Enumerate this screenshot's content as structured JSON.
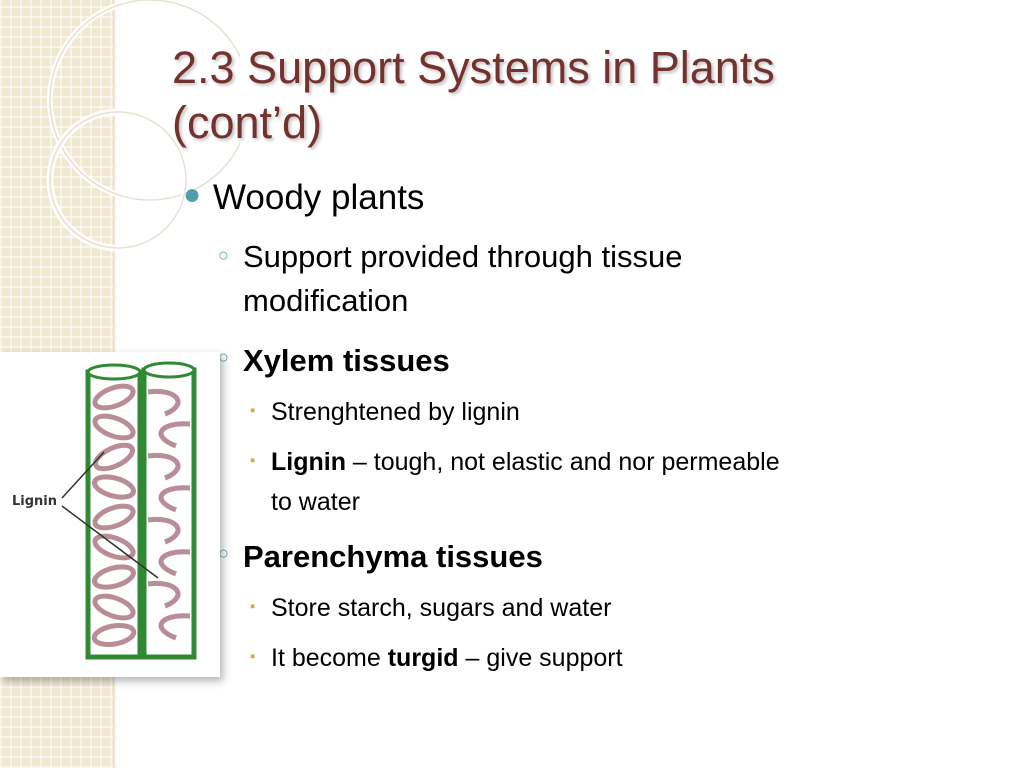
{
  "slide": {
    "title_line1": "2.3 Support Systems in Plants",
    "title_line2": "(cont’d)",
    "colors": {
      "title": "#73322d",
      "bullet_l1": "#4f9ea9",
      "bullet_l3": "#dba838",
      "strip": "#f1e8d2"
    }
  },
  "content": {
    "woody": "Woody plants",
    "support_line1": "Support provided through tissue",
    "support_line2": "modification",
    "xylem": "Xylem tissues",
    "strengthened": "Strenghtened by lignin",
    "lignin_bold": "Lignin",
    "lignin_rest1": " – tough, not elastic and nor permeable",
    "lignin_rest2": "to water",
    "parenchyma": "Parenchyma tissues",
    "store": "Store starch, sugars and water",
    "turgid_pre": "It become ",
    "turgid_bold": "turgid",
    "turgid_post": " – give support"
  },
  "figure": {
    "label": "Lignin",
    "icon": "xylem-vessel-diagram"
  }
}
